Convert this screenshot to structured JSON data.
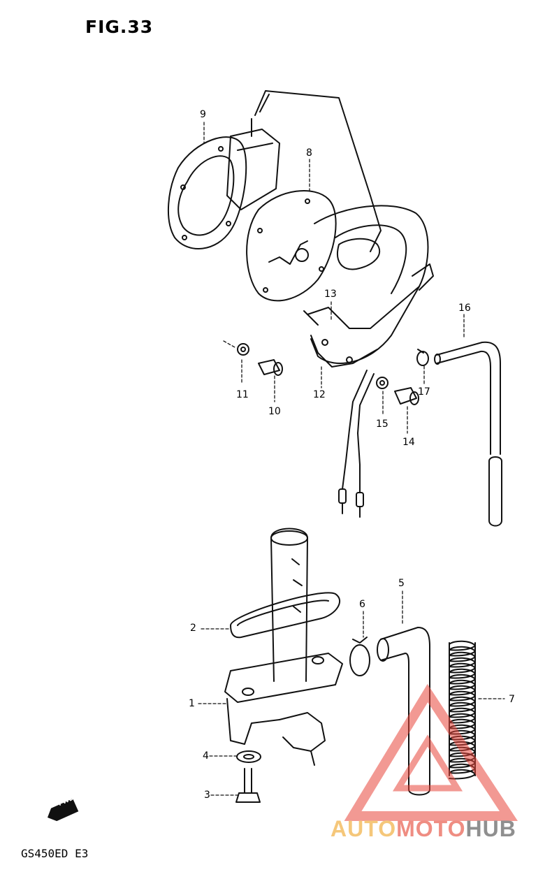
{
  "title": "FIG.33",
  "model": "GS450ED  E3",
  "fwd_label": "FWD",
  "watermark": {
    "part1": "AUTO",
    "part2": "MOTO",
    "part3": "HUB",
    "color1": "#f5c77a",
    "color2": "#ef8d82",
    "color3": "#8f8f8f"
  },
  "callouts": {
    "c1": "1",
    "c2": "2",
    "c3": "3",
    "c4": "4",
    "c5": "5",
    "c6": "6",
    "c7": "7",
    "c8": "8",
    "c9": "9",
    "c10": "10",
    "c11": "11",
    "c12": "12",
    "c13": "13",
    "c14": "14",
    "c15": "15",
    "c16": "16",
    "c17": "17"
  }
}
